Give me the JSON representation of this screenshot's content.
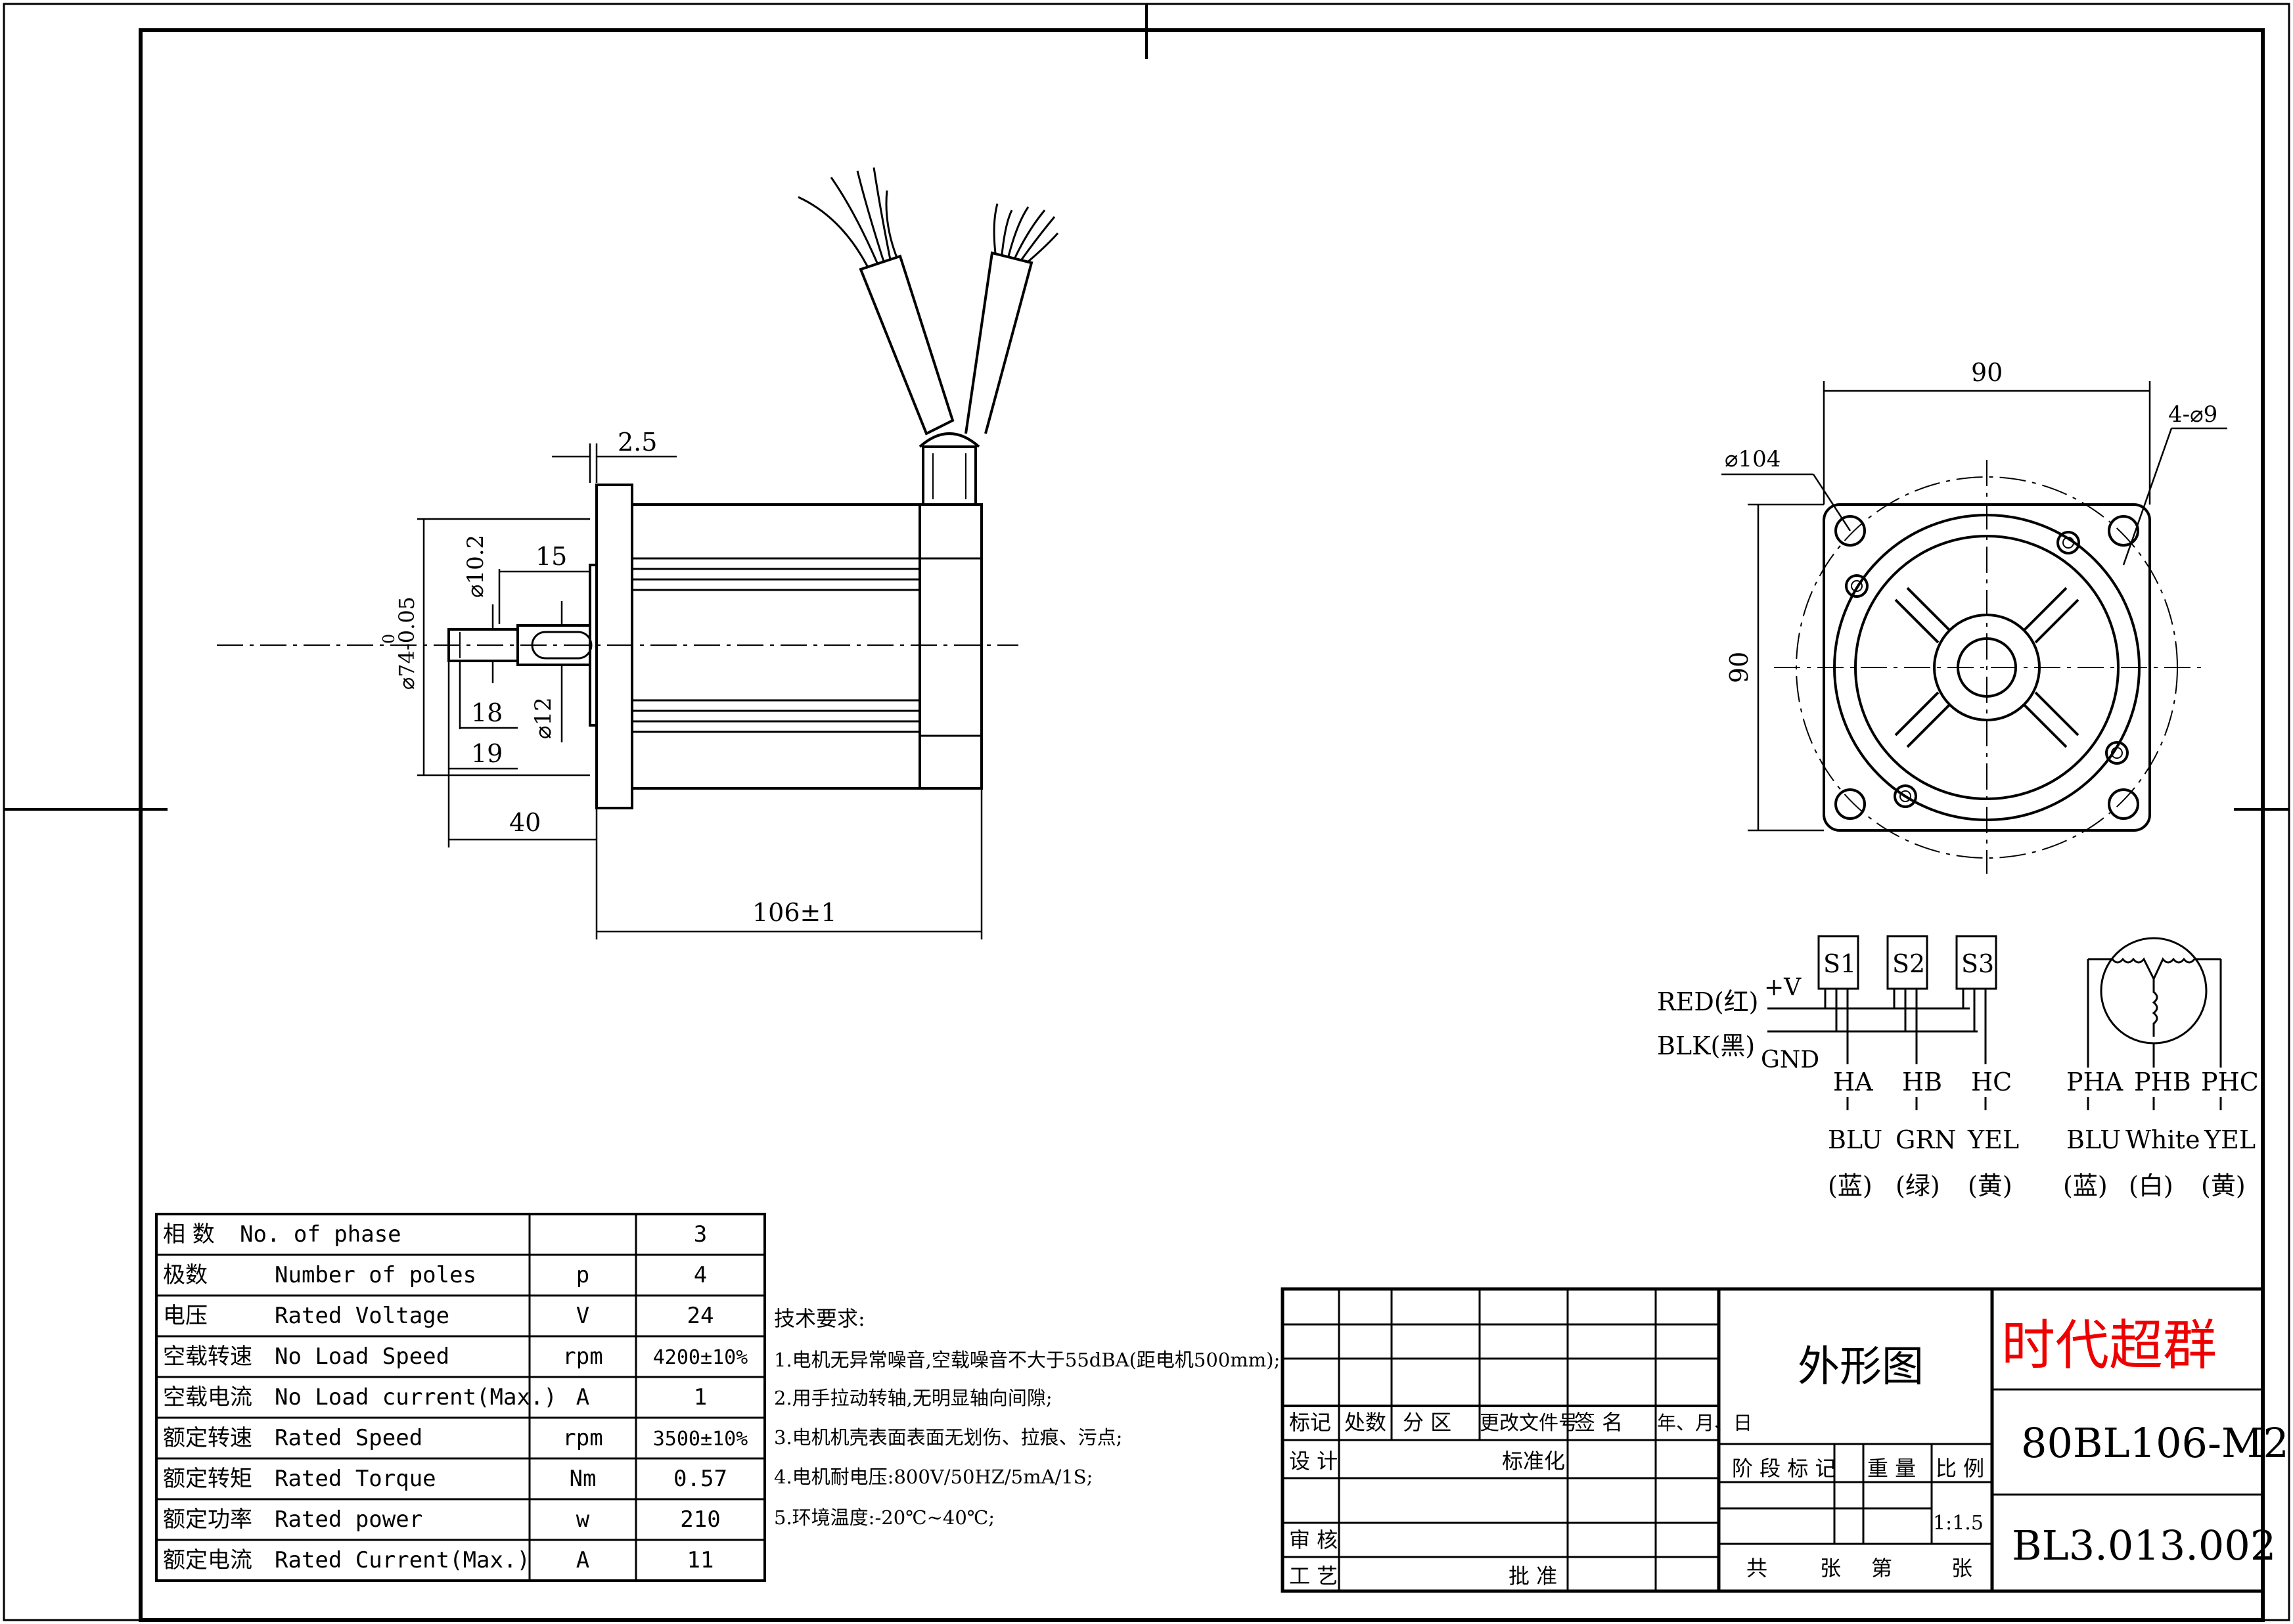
{
  "dims": {
    "d2_5": "2.5",
    "d15": "15",
    "d10_2": "⌀10.2",
    "d74": "⌀74-0.05",
    "d74_sup": "0",
    "d18": "18",
    "d12": "⌀12",
    "d19": "19",
    "d40": "40",
    "d106": "106±1",
    "d90_top": "90",
    "d90_side": "90",
    "d104": "⌀104",
    "d4x9": "4-⌀9"
  },
  "wiring": {
    "red": "RED(红)",
    "blk": "BLK(黑)",
    "plus_v": "+V",
    "gnd": "GND",
    "sensors": [
      "S1",
      "S2",
      "S3"
    ],
    "hall": [
      "HA",
      "HB",
      "HC"
    ],
    "hall_colors": [
      "BLU",
      "GRN",
      "YEL"
    ],
    "hall_colors_cn": [
      "(蓝)",
      "(绿)",
      "(黄)"
    ],
    "phases": [
      "PHA",
      "PHB",
      "PHC"
    ],
    "phase_colors": [
      "BLU",
      "White",
      "YEL"
    ],
    "phase_colors_cn": [
      "(蓝)",
      "(白)",
      "(黄)"
    ]
  },
  "spec_table": {
    "rows": [
      {
        "cn": "相 数",
        "en": "No. of phase",
        "unit": "",
        "value": "3"
      },
      {
        "cn": "极数",
        "en": "Number of poles",
        "unit": "p",
        "value": "4"
      },
      {
        "cn": "电压",
        "en": "Rated Voltage",
        "unit": "V",
        "value": "24"
      },
      {
        "cn": "空载转速",
        "en": "No Load Speed",
        "unit": "rpm",
        "value": "4200±10%"
      },
      {
        "cn": "空载电流",
        "en": "No Load current(Max.)",
        "unit": "A",
        "value": "1"
      },
      {
        "cn": "额定转速",
        "en": "Rated Speed",
        "unit": "rpm",
        "value": "3500±10%"
      },
      {
        "cn": "额定转矩",
        "en": "Rated Torque",
        "unit": "Nm",
        "value": "0.57"
      },
      {
        "cn": "额定功率",
        "en": "Rated power",
        "unit": "w",
        "value": "210"
      },
      {
        "cn": "额定电流",
        "en": "Rated Current(Max.)",
        "unit": "A",
        "value": "11"
      }
    ]
  },
  "tech_notes": {
    "title": "技术要求:",
    "items": [
      "1.电机无异常噪音,空载噪音不大于55dBA(距电机500mm);",
      "2.用手拉动转轴,无明显轴向间隙;",
      "3.电机机壳表面表面无划伤、拉痕、污点;",
      "4.电机耐电压:800V/50HZ/5mA/1S;",
      "5.环境温度:-20℃~40℃;"
    ]
  },
  "title_block": {
    "headers": [
      "标记",
      "处数",
      "分 区",
      "更改文件号",
      "签 名",
      "年、月、日"
    ],
    "design": "设 计",
    "standard": "标准化",
    "review": "审 核",
    "process": "工 艺",
    "approve": "批 准",
    "drawing_title": "外形图",
    "stage": "阶 段 标 记",
    "weight": "重 量",
    "ratio": "比 例",
    "scale": "1:1.5",
    "sheets": [
      "共",
      "张",
      "第",
      "张"
    ],
    "brand": "时代超群",
    "model": "80BL106-M2",
    "doc_no": "BL3.013.002"
  }
}
